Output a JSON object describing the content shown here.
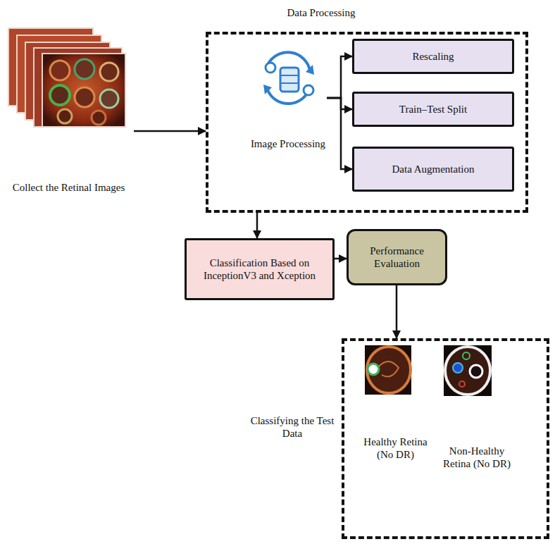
{
  "diagram": {
    "nodes": [
      {
        "text": [
          "Collect the Retinal Images"
        ]
      },
      {
        "text": [
          "Data Processing"
        ]
      },
      {
        "text": [
          "Image Processing"
        ],
        "in": 1
      },
      {
        "text": [
          "Rescaling"
        ],
        "in": 1
      },
      {
        "text": [
          "Train–Test Split"
        ],
        "in": 1
      },
      {
        "text": [
          "Data Augmentation"
        ],
        "in": 1
      },
      {
        "text": [
          "Classification Based on InceptionV3 and Xception"
        ]
      },
      {
        "text": [
          "Performance Evaluation"
        ]
      },
      {
        "text": [
          "Classifying the Test Data"
        ]
      },
      {
        "text": [
          "Healthy Retina (No DR)"
        ],
        "in": 8
      },
      {
        "text": [
          "Non-Healthy Retina (No DR)"
        ],
        "in": 8
      }
    ],
    "edges": [
      {
        "from": 0,
        "to": 1,
        "arrow": "to"
      },
      {
        "from": 2,
        "to": 3,
        "arrow": "to"
      },
      {
        "from": 2,
        "to": 4,
        "arrow": "to"
      },
      {
        "from": 2,
        "to": 5,
        "arrow": "to"
      },
      {
        "from": 1,
        "to": 6,
        "arrow": "to"
      },
      {
        "from": 6,
        "to": 7,
        "arrow": "to"
      },
      {
        "from": 7,
        "to": 8,
        "arrow": "to"
      }
    ]
  }
}
